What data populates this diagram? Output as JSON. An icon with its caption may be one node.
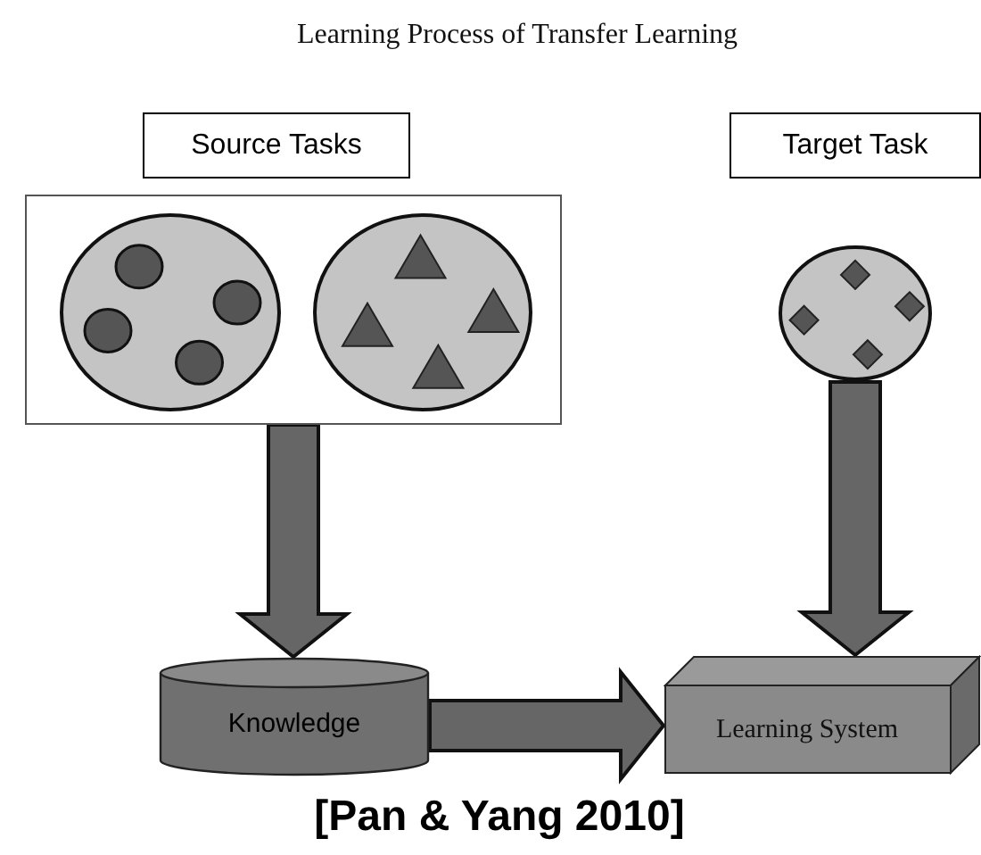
{
  "diagram": {
    "title": "Learning Process of Transfer Learning",
    "caption": "[Pan & Yang 2010]",
    "nodes": [
      {
        "text": [
          "Source Tasks"
        ]
      },
      {
        "text": [],
        "shape": "box"
      },
      {
        "text": [],
        "shape": "circle",
        "in": 1
      },
      {
        "text": [],
        "shape": "circle",
        "in": 1
      },
      {
        "text": [
          "Target Task"
        ]
      },
      {
        "text": [],
        "shape": "circle"
      },
      {
        "text": [
          "Knowledge"
        ]
      },
      {
        "text": [
          "Learning System"
        ]
      }
    ],
    "edges": [
      {
        "from": 1,
        "to": 6,
        "arrow": "to",
        "style": "thick"
      },
      {
        "from": 5,
        "to": 7,
        "arrow": "to",
        "style": "thick"
      },
      {
        "from": 6,
        "to": 7,
        "arrow": "to",
        "style": "thick"
      }
    ]
  }
}
